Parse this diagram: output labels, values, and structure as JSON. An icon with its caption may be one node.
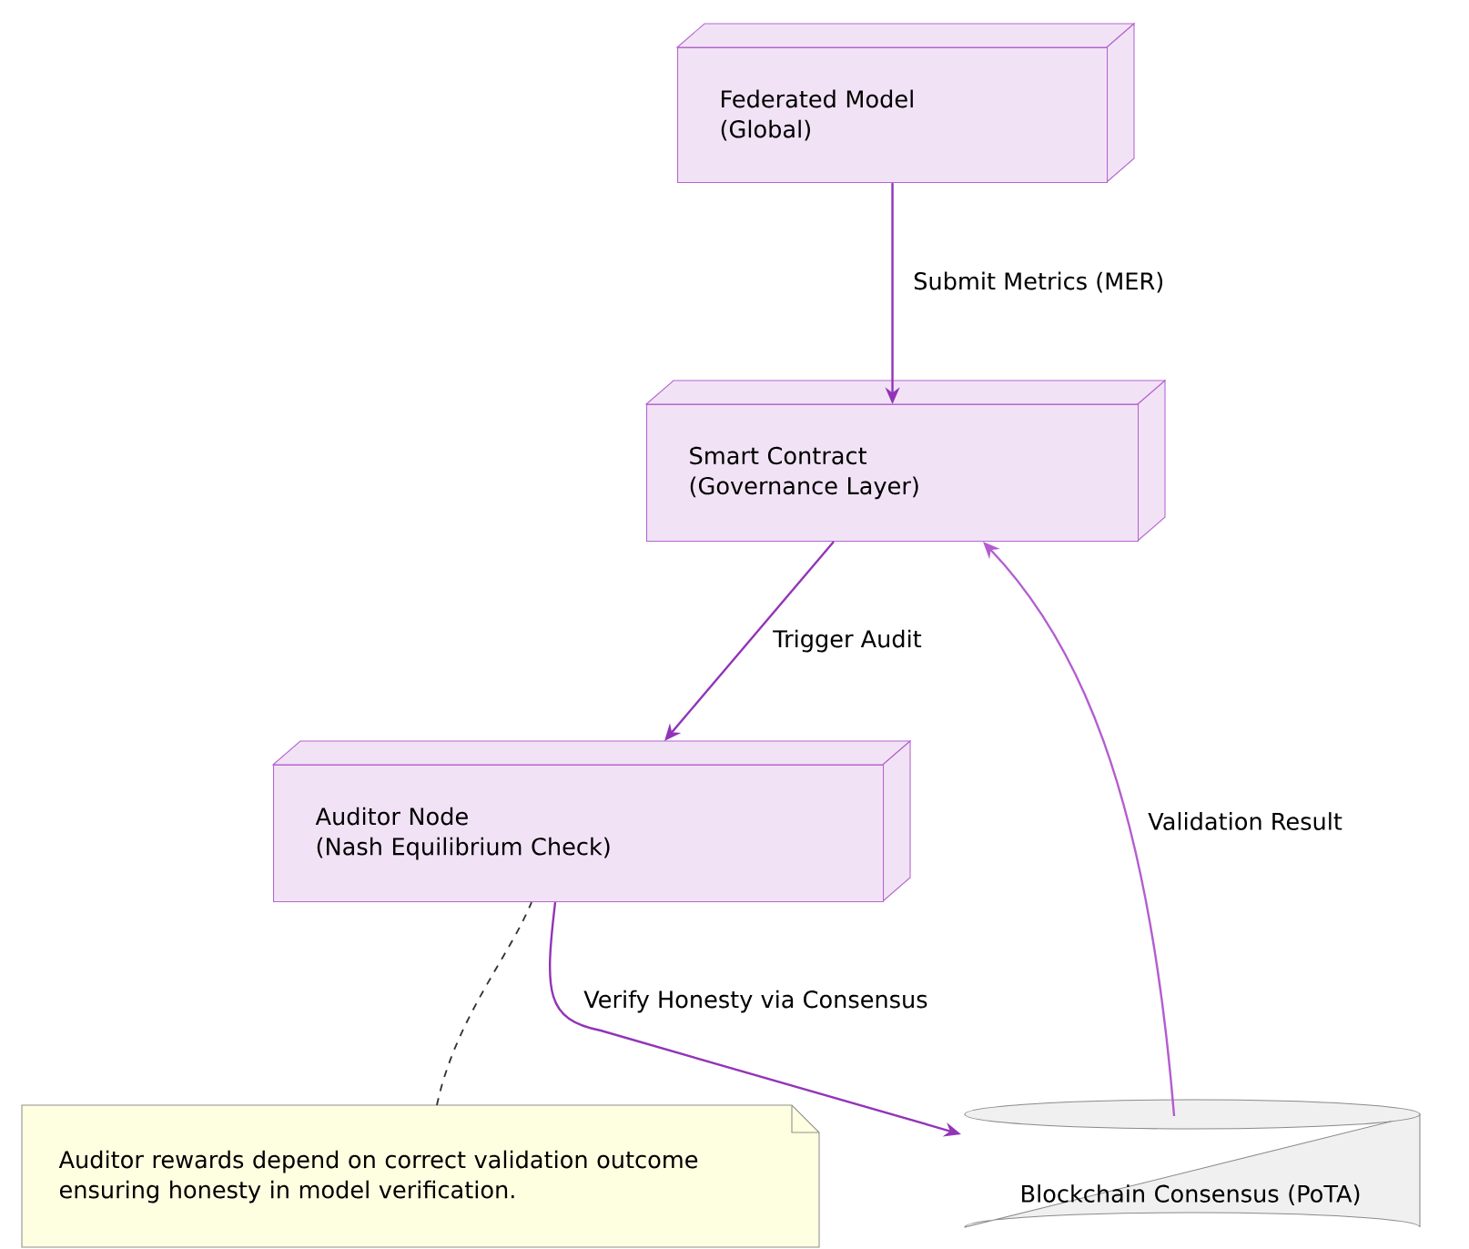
{
  "diagram": {
    "nodes": [
      {
        "text": [
          "Federated Model",
          "(Global)"
        ]
      },
      {
        "text": [
          "Smart Contract",
          "(Governance Layer)"
        ]
      },
      {
        "text": [
          "Auditor Node",
          "(Nash Equilibrium Check)"
        ]
      },
      {
        "text": [
          "Blockchain Consensus (PoTA)"
        ]
      },
      {
        "text": [
          "Auditor rewards depend on correct validation outcome ensuring honesty in model verification."
        ]
      }
    ],
    "edges": [
      {
        "from": 0,
        "to": 1,
        "arrow": "to",
        "label": "Submit Metrics (MER)"
      },
      {
        "from": 1,
        "to": 2,
        "arrow": "to",
        "label": "Trigger Audit"
      },
      {
        "from": 2,
        "to": 3,
        "arrow": "to",
        "label": "Verify Honesty via Consensus"
      },
      {
        "from": 3,
        "to": 1,
        "arrow": "to",
        "label": "Validation Result",
        "color": "#b45dd0"
      },
      {
        "from": 4,
        "to": 2,
        "arrow": "none",
        "style": "dashed",
        "color": "#333333"
      }
    ]
  }
}
